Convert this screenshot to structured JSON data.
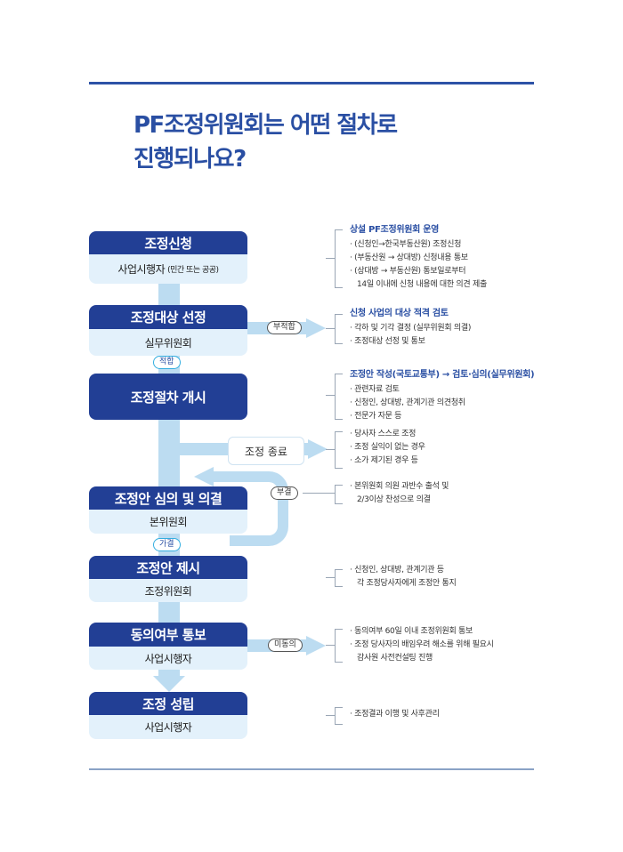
{
  "title": {
    "line1": "PF조정위원회는 어떤 절차로",
    "line2": "진행되나요?"
  },
  "colors": {
    "primary": "#223f95",
    "title": "#2a4fa3",
    "light": "#e3f1fb",
    "flow": "#bcdcf1",
    "pill_accent": "#33aee0"
  },
  "steps": [
    {
      "title": "조정신청",
      "actor": "사업시행자",
      "actor_note": "(민간 또는 공공)"
    },
    {
      "title": "조정대상 선정",
      "actor": "실무위원회"
    },
    {
      "title": "조정절차 개시"
    },
    {
      "title": "조정안 심의 및 의결",
      "actor": "본위원회"
    },
    {
      "title": "조정안 제시",
      "actor": "조정위원회"
    },
    {
      "title": "동의여부 통보",
      "actor": "사업시행자"
    },
    {
      "title": "조정 성립",
      "actor": "사업시행자"
    }
  ],
  "labels": {
    "suitable": "적합",
    "unsuitable": "부적합",
    "terminate": "조정 종료",
    "rejected": "부결",
    "approved": "가결",
    "disagree": "미동의"
  },
  "notes": [
    {
      "heading": "상설 PF조정위원회 운영",
      "items": [
        "(신청인→한국부동산원) 조정신청",
        "(부동산원 → 상대방) 신청내용 통보",
        "(상대방 → 부동산원) 통보일로부터"
      ],
      "cont": "14일 이내에 신청 내용에 대한 의견 제출"
    },
    {
      "heading": "신청 사업의 대상 적격 검토",
      "items": [
        "각하 및 기각 결정 (실무위원회 의결)",
        "조정대상 선정 및 통보"
      ]
    },
    {
      "heading": "조정안 작성(국토교통부) → 검토·심의(실무위원회)",
      "items": [
        "관련자료 검토",
        "신청인, 상대방, 관계기관 의견청취",
        "전문가 자문 등"
      ]
    },
    {
      "items": [
        "당사자 스스로 조정",
        "조정 실익이 없는 경우",
        "소가 제기된 경우 등"
      ]
    },
    {
      "items": [
        "본위원회 의원 과반수 출석 및"
      ],
      "cont": "2/3이상 찬성으로 의결"
    },
    {
      "items": [
        "신청인, 상대방, 관계기관 등"
      ],
      "cont": "각 조정당사자에게 조정안 통지"
    },
    {
      "items": [
        "동의여부 60일 이내 조정위원회 통보",
        "조정 당사자의 배임우려 해소를 위해 필요시"
      ],
      "cont": "감사원 사전컨설팅 진행"
    },
    {
      "items": [
        "조정결과 이행 및 사후관리"
      ]
    }
  ]
}
